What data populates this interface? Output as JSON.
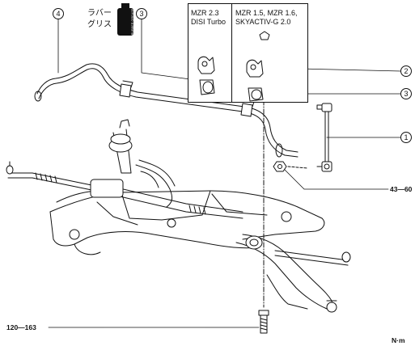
{
  "grease": {
    "line1": "ラバー",
    "line2": "グリス",
    "tube_label": "RUBBER GREASE"
  },
  "inset": {
    "left_title_line1": "MZR 2.3",
    "left_title_line2": "DISI Turbo",
    "right_title_line1": "MZR 1.5, MZR 1.6,",
    "right_title_line2": "SKYACTIV-G 2.0"
  },
  "callouts": {
    "c1": "1",
    "c2": "2",
    "c3_top": "3",
    "c3_right": "3",
    "c4": "4"
  },
  "torque": {
    "link_nut": "43—60",
    "bottom_bolt": "120—163",
    "unit": "N·m"
  }
}
